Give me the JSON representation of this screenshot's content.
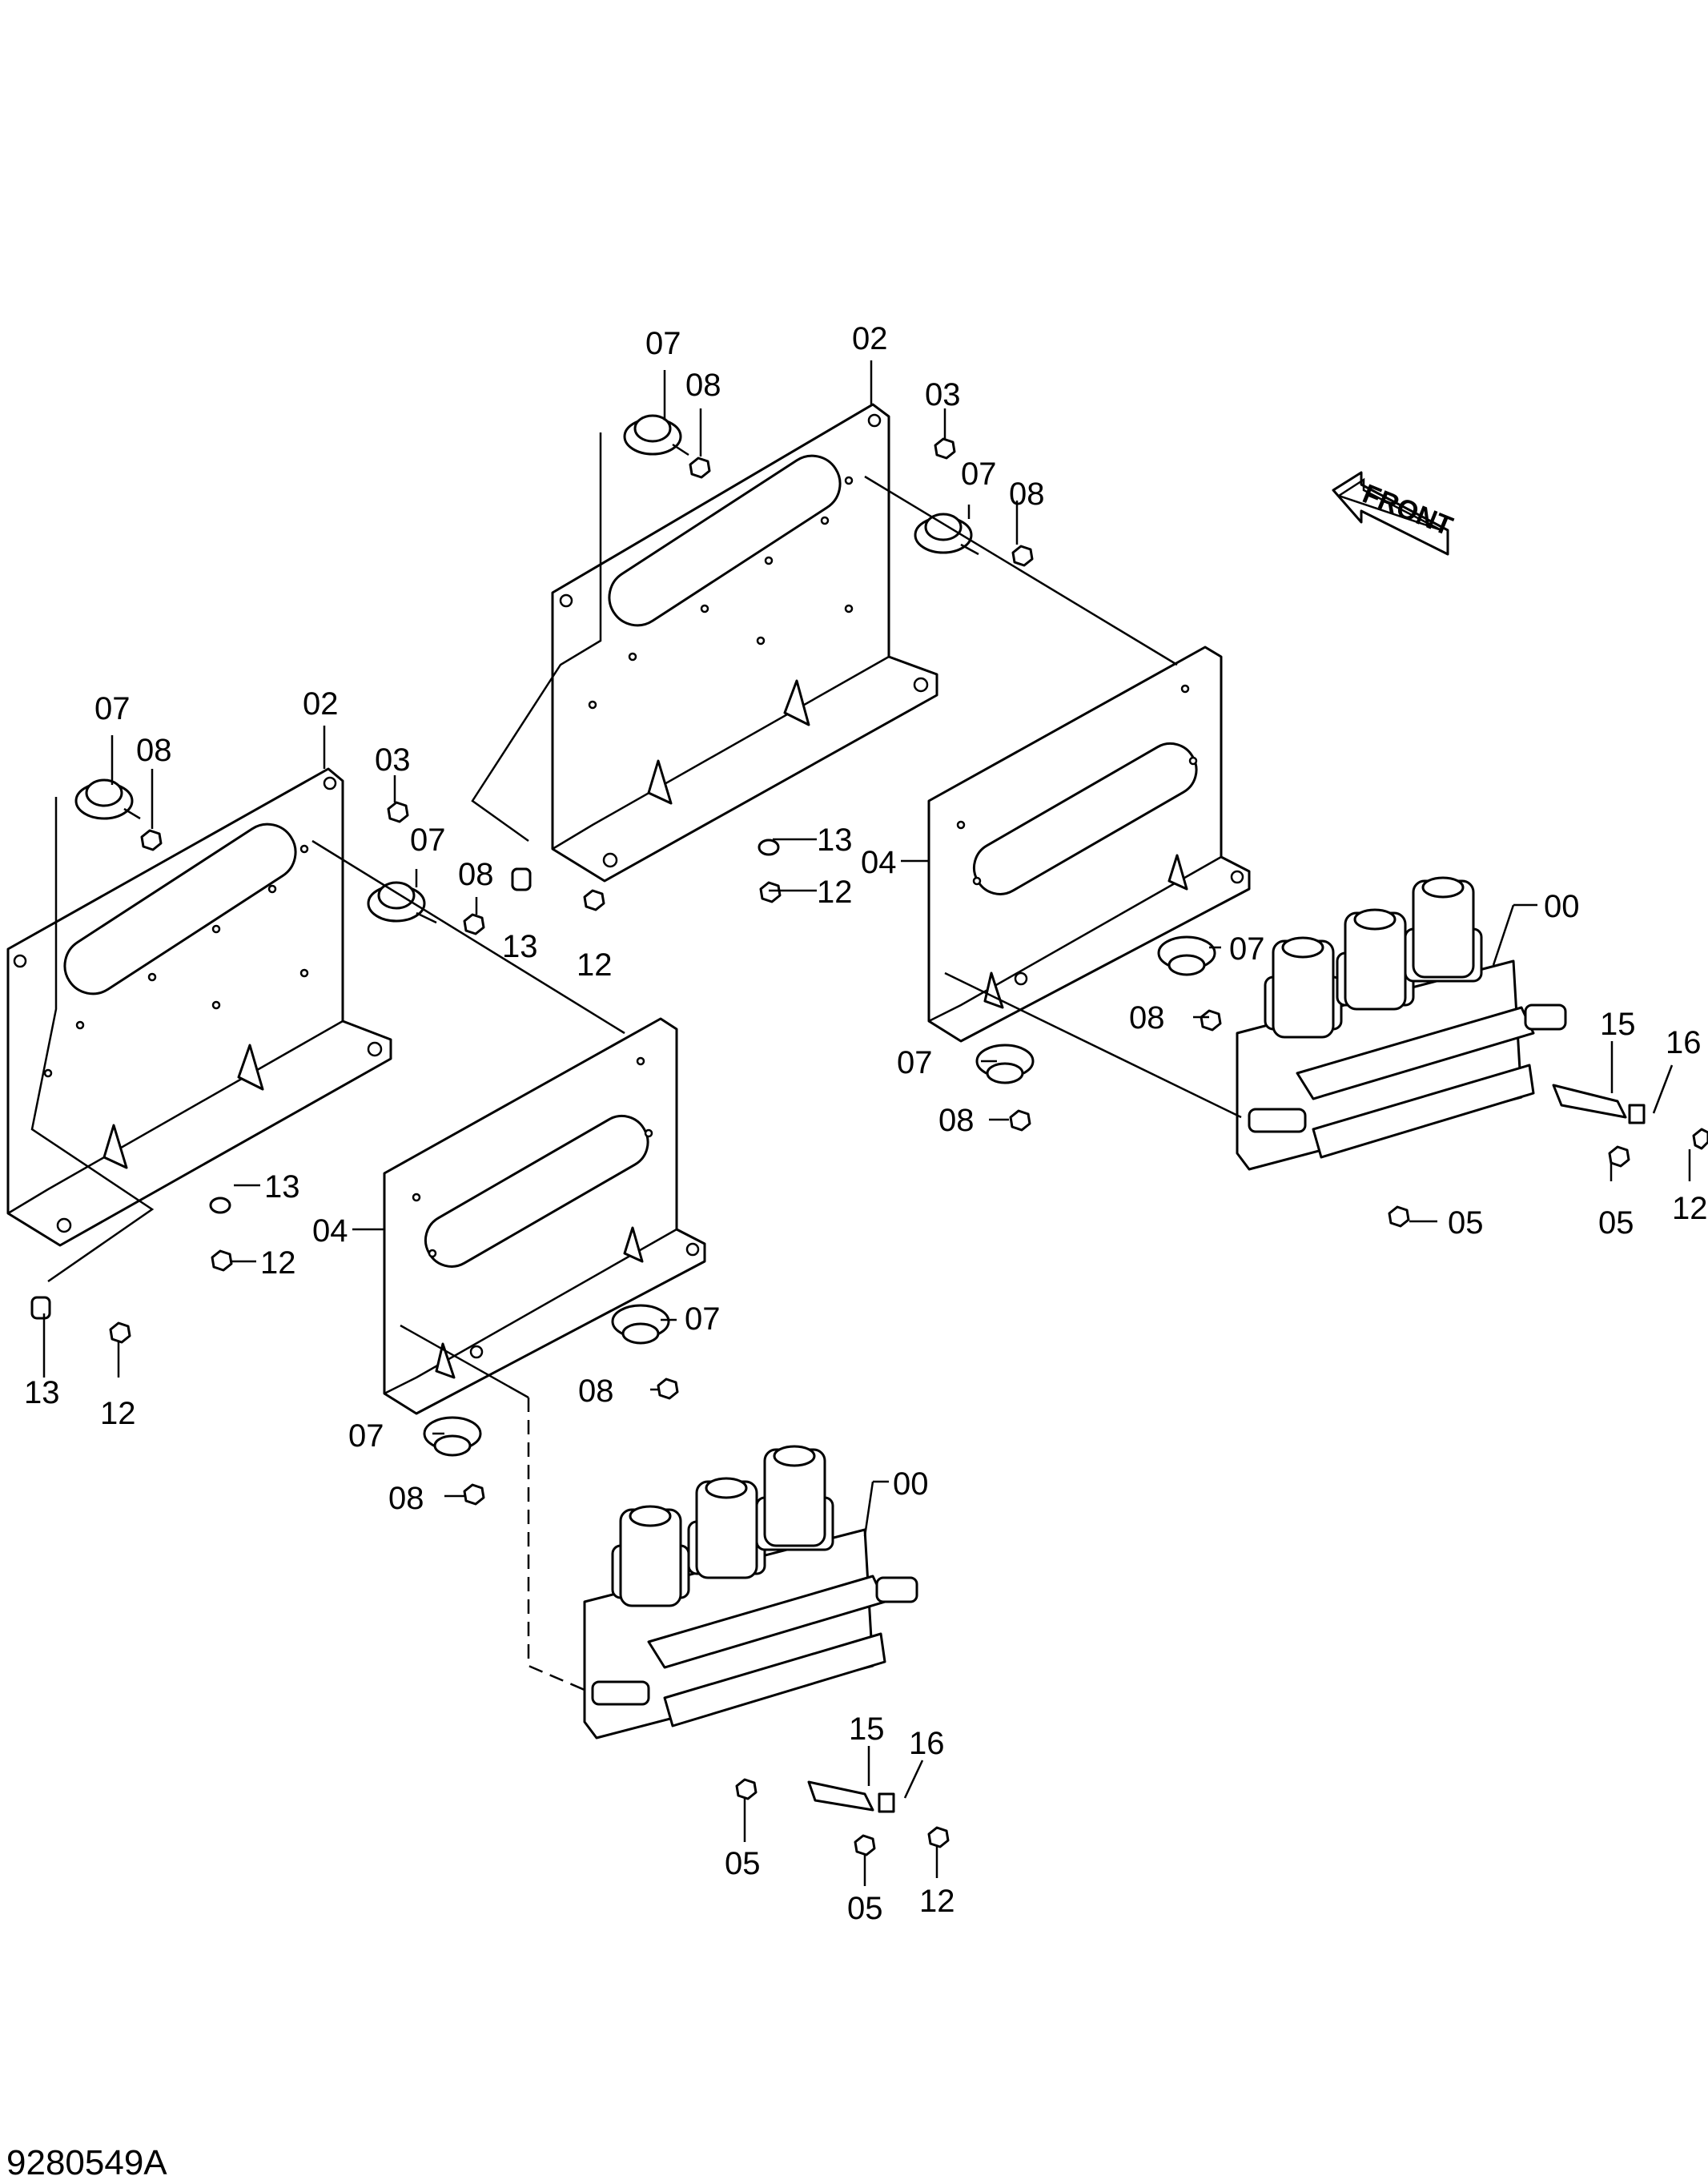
{
  "drawing_code": "9280549A",
  "front_label": "FRONT",
  "callouts": {
    "left_assy": {
      "c07a": "07",
      "c08a": "08",
      "c02": "02",
      "c03": "03",
      "c07b": "07",
      "c08b": "08",
      "c13a": "13",
      "c12a": "12",
      "c13b": "13",
      "c12b": "12",
      "c13c": "13",
      "c12c": "12",
      "c04": "04",
      "c07c": "07",
      "c08c": "08",
      "c07d": "07",
      "c08d": "08",
      "c00": "00",
      "c15": "15",
      "c16": "16",
      "c05a": "05",
      "c05b": "05",
      "c12d": "12"
    },
    "right_assy": {
      "c07a": "07",
      "c08a": "08",
      "c02": "02",
      "c03": "03",
      "c07b": "07",
      "c08b": "08",
      "c13": "13",
      "c12": "12",
      "c04": "04",
      "c07c": "07",
      "c08c": "08",
      "c07d": "07",
      "c08d": "08",
      "c00": "00",
      "c15": "15",
      "c16": "16",
      "c05a": "05",
      "c05b": "05",
      "c12b": "12"
    }
  }
}
